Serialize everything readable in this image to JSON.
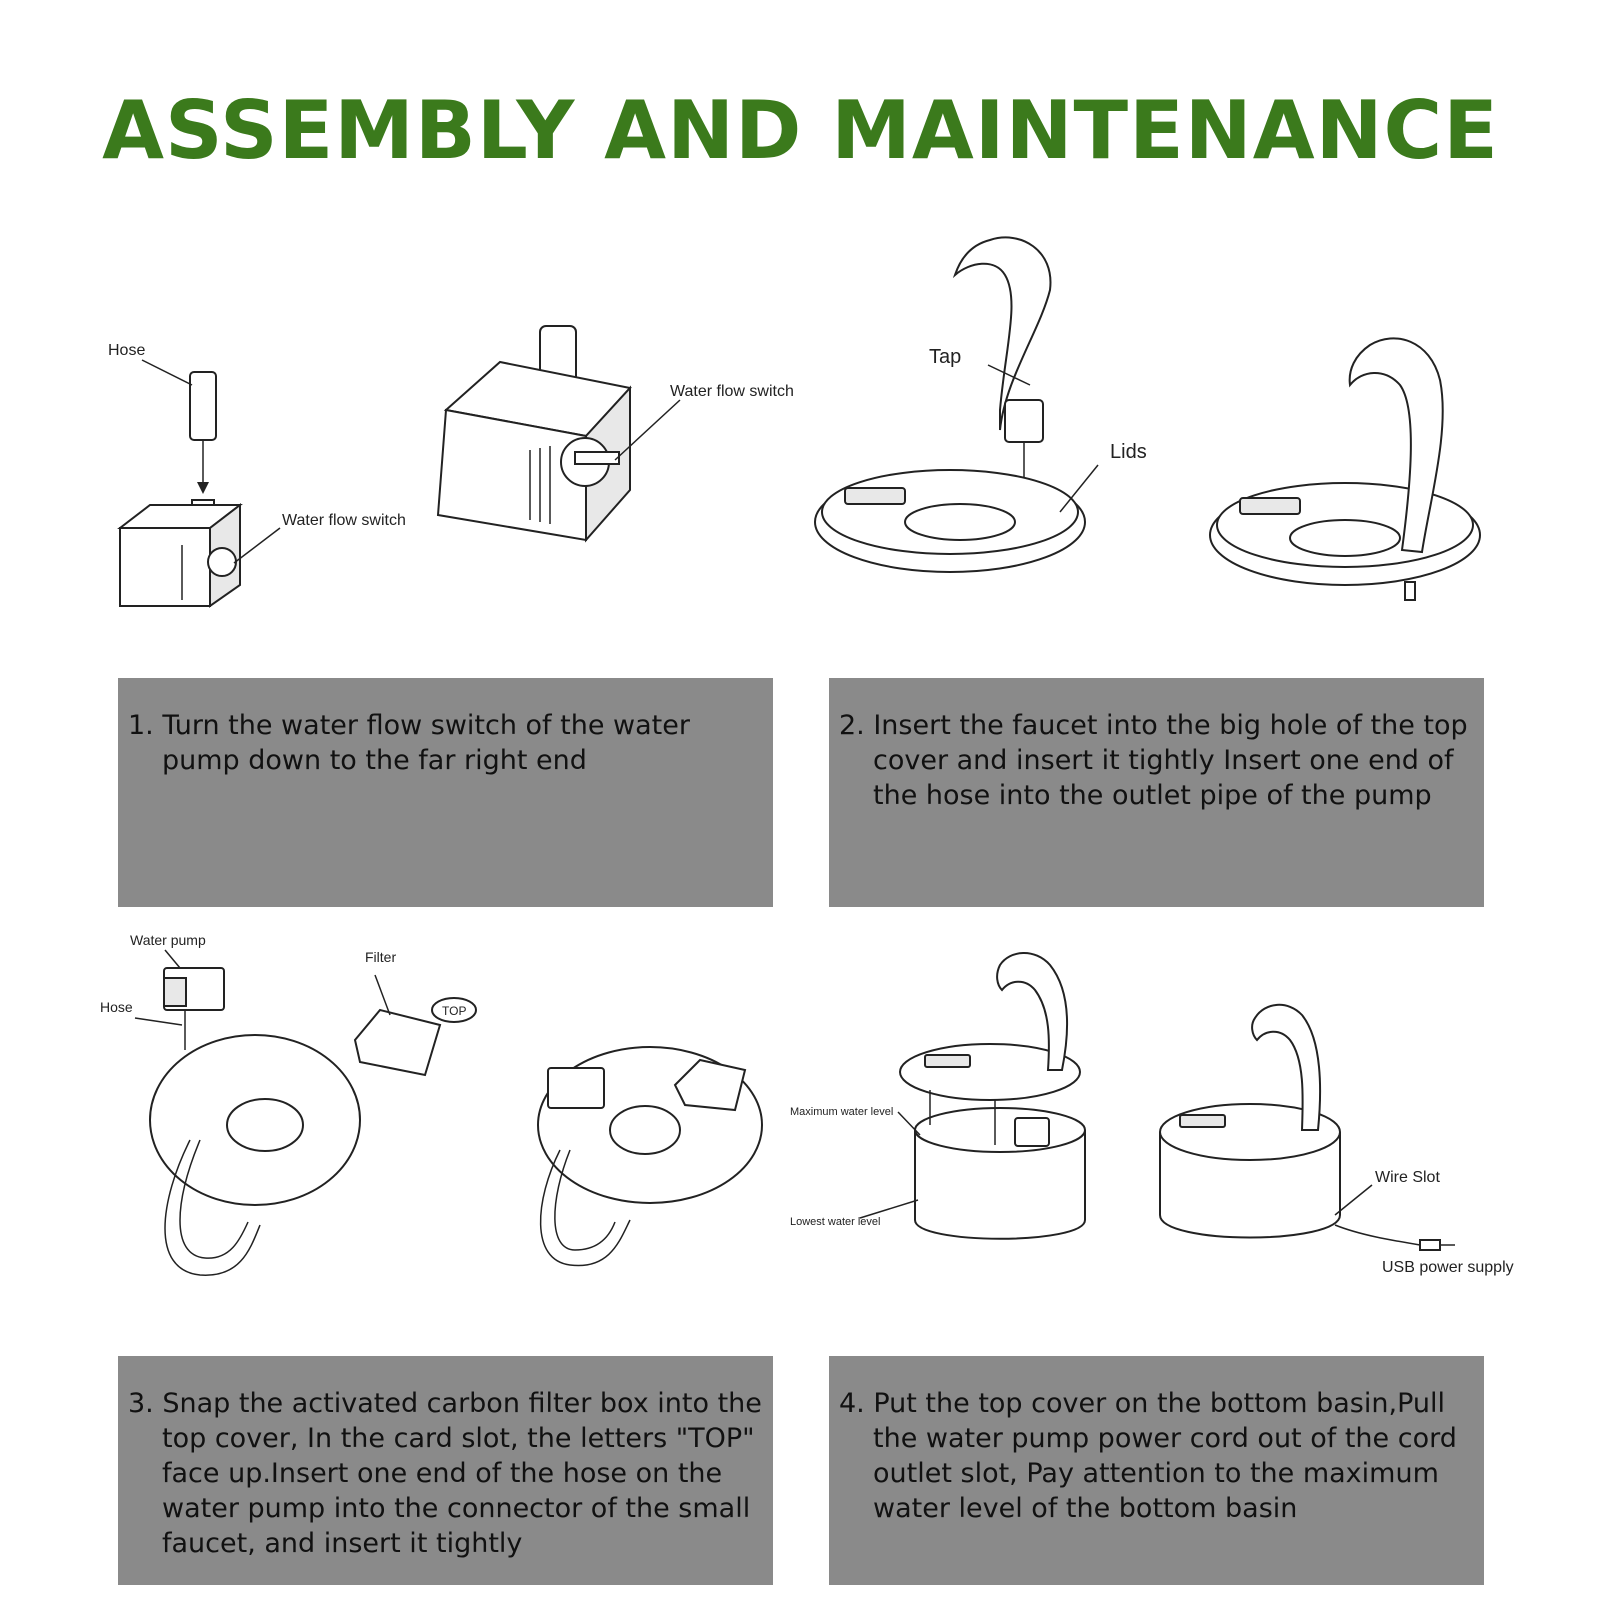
{
  "title": "ASSEMBLY AND MAINTENANCE",
  "labels": {
    "hose_1": "Hose",
    "water_flow_switch_1": "Water flow switch",
    "water_flow_switch_2": "Water flow switch",
    "tap": "Tap",
    "lids": "Lids",
    "water_pump": "Water pump",
    "hose_2": "Hose",
    "filter": "Filter",
    "maximum_water_level": "Maximum water level",
    "lowest_water_level": "Lowest water level",
    "wire_slot": "Wire Slot",
    "usb_power_supply": "USB power supply",
    "top_tag": "TOP"
  },
  "steps": [
    "1. Turn the water flow switch of the water pump down to the far right end",
    "2. Insert the faucet into the big hole of the top cover and insert it tightly Insert one end of the hose into the outlet pipe of the pump",
    "3. Snap the activated carbon filter box into the top cover, In the card slot, the letters \"TOP\" face up.Insert one end of the hose on the water pump into the connector of the small faucet, and insert it tightly",
    "4. Put the top cover on the bottom basin,Pull the water pump power cord out of the cord outlet slot, Pay attention to the maximum water level of the bottom basin"
  ],
  "colors": {
    "title": "#3b7a1c",
    "panel": "#8a8a8a",
    "text": "#111111"
  }
}
